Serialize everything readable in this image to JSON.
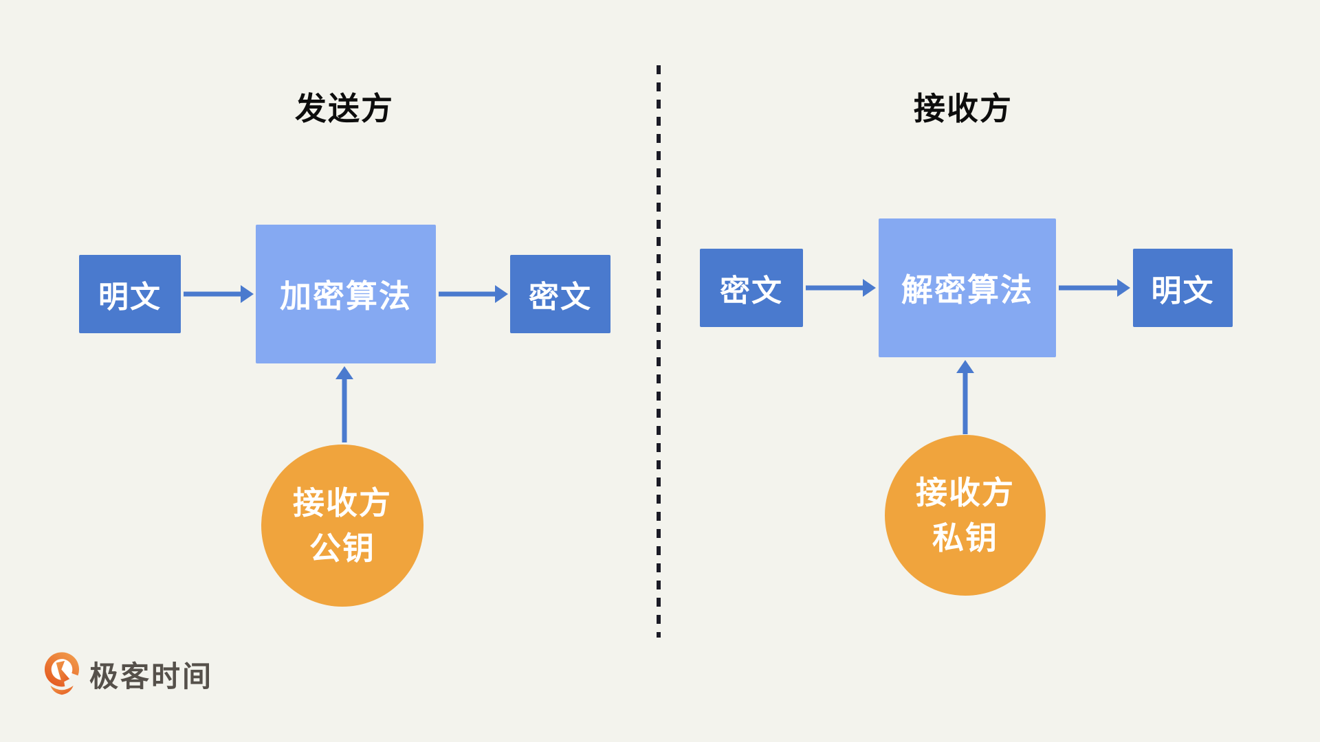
{
  "diagram": {
    "sender": {
      "title": "发送方",
      "input_label": "明文",
      "algorithm_label": "加密算法",
      "output_label": "密文",
      "key_label_line1": "接收方",
      "key_label_line2": "公钥"
    },
    "receiver": {
      "title": "接收方",
      "input_label": "密文",
      "algorithm_label": "解密算法",
      "output_label": "明文",
      "key_label_line1": "接收方",
      "key_label_line2": "私钥"
    }
  },
  "branding": {
    "logo_text": "极客时间"
  },
  "colors": {
    "background": "#F3F3ED",
    "box_dark_blue": "#4A7ACE",
    "box_light_blue": "#85A9F2",
    "key_orange": "#F0A43D",
    "arrow_blue": "#4A7ACE",
    "divider_dark": "#1B1B26",
    "logo_orange": "#E8652A",
    "logo_text_gray": "#55504A"
  }
}
